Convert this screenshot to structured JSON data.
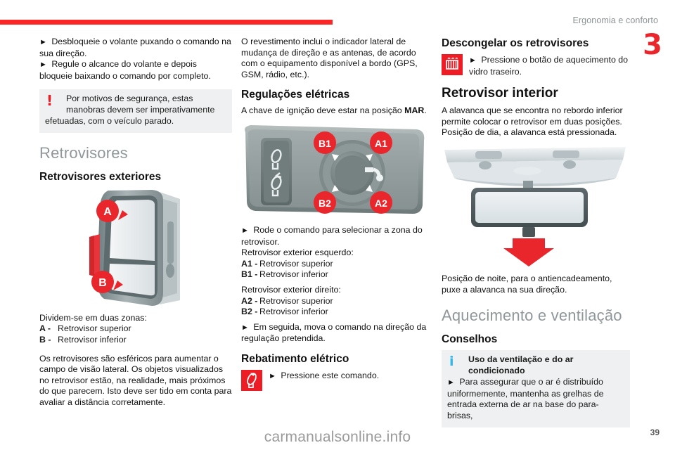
{
  "header": {
    "breadcrumb": "Ergonomia e conforto",
    "chapter_number": "3",
    "rule_color": "#fb2727"
  },
  "column_left": {
    "step_1": "Desbloqueie o volante puxando o comando na sua direção.",
    "step_2": "Regule o alcance do volante e depois bloqueie baixando o comando por completo.",
    "warning": {
      "icon": "exclamation-icon",
      "line_1": "Por motivos de segurança, estas",
      "line_2": "manobras devem ser imperativamente",
      "line_3": "efetuadas, com o veículo parado."
    },
    "section_title": "Retrovisores",
    "subsection_title": "Retrovisores exteriores",
    "figure_caption": "exterior-mirror-zones-figure",
    "zones_intro": "Dividem-se em duas zonas:",
    "zones": [
      {
        "key": "A -",
        "label": "Retrovisor superior"
      },
      {
        "key": "B -",
        "label": "Retrovisor inferior"
      }
    ],
    "paragraph": "Os retrovisores são esféricos para aumentar o campo de visão lateral. Os objetos visualizados no retrovisor estão, na realidade, mais próximos do que parecem. Isto deve ser tido em conta para avaliar a distância corretamente."
  },
  "column_middle": {
    "paragraph_1": "O revestimento inclui o indicador lateral de mudança de direção e as antenas, de acordo com o equipamento disponível a bordo (GPS, GSM, rádio, etc.).",
    "subsection_title": "Regulações elétricas",
    "ignition_text_pre": "A chave de ignição deve estar na posição ",
    "ignition_text_bold": "MAR",
    "ignition_text_post": ".",
    "figure_caption": "mirror-control-knob-figure",
    "figure_labels": [
      "B1",
      "A1",
      "B2",
      "A2"
    ],
    "step_rotate": "Rode o comando para selecionar a zona do retrovisor.",
    "left_mirror_intro": "Retrovisor exterior esquerdo:",
    "left_mirror_zones": [
      {
        "key": "A1 -",
        "label": "Retrovisor superior"
      },
      {
        "key": "B1 -",
        "label": "Retrovisor inferior"
      }
    ],
    "right_mirror_intro": " Retrovisor exterior direito:",
    "right_mirror_zones": [
      {
        "key": "A2 -",
        "label": "Retrovisor superior"
      },
      {
        "key": "B2 -",
        "label": "Retrovisor inferior"
      }
    ],
    "step_move": "Em seguida, mova o comando na direção da regulação pretendida.",
    "folding_title": "Rebatimento elétrico",
    "folding_icon": "mirror-fold-icon",
    "folding_step": "Pressione este comando."
  },
  "column_right": {
    "defrost_title": "Descongelar os retrovisores",
    "defrost_icon": "rear-window-defrost-icon",
    "defrost_step": "Pressione o botão de aquecimento do vidro traseiro.",
    "interior_title": "Retrovisor interior",
    "interior_paragraph": "A alavanca que se encontra no rebordo inferior permite colocar o retrovisor em duas posições. Posição de dia, a alavanca está pressionada.",
    "figure_caption": "interior-rearview-mirror-figure",
    "night_paragraph": "Posição de noite, para o antiencadeamento, puxe a alavanca na sua direção.",
    "section_title": "Aquecimento e ventilação",
    "advice_title": "Conselhos",
    "info": {
      "icon": "information-icon",
      "heading_line_1": "Uso da ventilação e do ar",
      "heading_line_2": "condicionado",
      "body": "Para assegurar que o ar é distribuído uniformemente, mantenha as grelhas de entrada externa de ar na base do para-brisas,"
    }
  },
  "footer": {
    "brand": "carmanualsonline.info",
    "page_number": "39"
  },
  "colors": {
    "red": "#ee1c25",
    "chapter_red": "#e8262c",
    "section_gray": "#8f979a",
    "notice_bg": "#eef0f1",
    "info_blue": "#35b6e5"
  }
}
